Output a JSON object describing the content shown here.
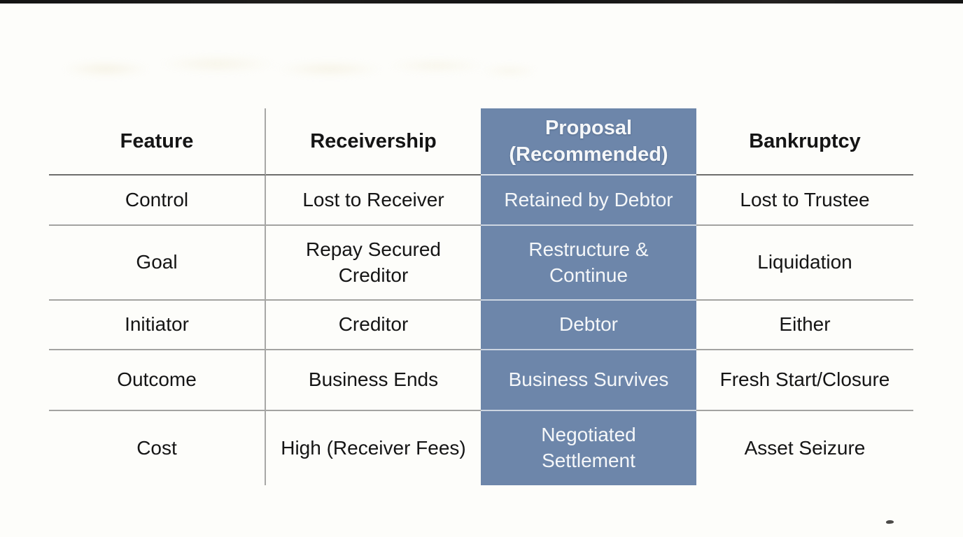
{
  "page": {
    "background_color": "#fdfdfa",
    "top_strip_color": "#161616"
  },
  "table": {
    "accent_color": "#6d86aa",
    "accent_text_color": "#f5f7f9",
    "highlighted_column": "Proposal (Recommended)",
    "columns": [
      {
        "label": "Feature",
        "highlighted": false
      },
      {
        "label": "Receivership",
        "highlighted": false
      },
      {
        "label": "Proposal\n(Recommended)",
        "highlighted": true
      },
      {
        "label": "Bankruptcy",
        "highlighted": false
      }
    ],
    "rows": [
      {
        "feature": "Control",
        "receivership": "Lost to Receiver",
        "proposal": "Retained by Debtor",
        "bankruptcy": "Lost to Trustee"
      },
      {
        "feature": "Goal",
        "receivership": "Repay Secured\nCreditor",
        "proposal": "Restructure &\nContinue",
        "bankruptcy": "Liquidation"
      },
      {
        "feature": "Initiator",
        "receivership": "Creditor",
        "proposal": "Debtor",
        "bankruptcy": "Either"
      },
      {
        "feature": "Outcome",
        "receivership": "Business Ends",
        "proposal": "Business Survives",
        "bankruptcy": "Fresh Start/Closure"
      },
      {
        "feature": "Cost",
        "receivership": "High (Receiver Fees)",
        "proposal": "Negotiated\nSettlement",
        "bankruptcy": "Asset Seizure"
      }
    ]
  }
}
